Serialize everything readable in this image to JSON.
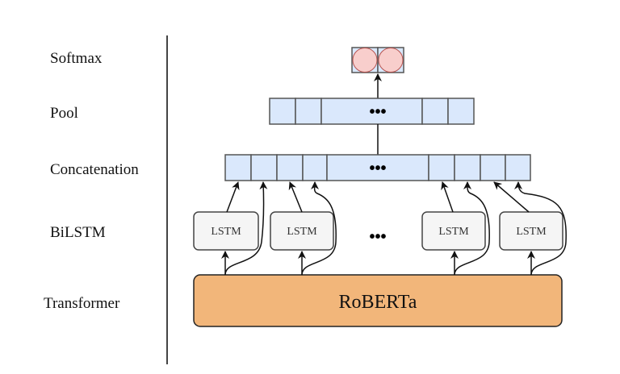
{
  "layers": {
    "softmax": "Softmax",
    "pool": "Pool",
    "concatenation": "Concatenation",
    "bilstm": "BiLSTM",
    "transformer": "Transformer"
  },
  "blocks": {
    "lstm_label": "LSTM",
    "roberta_label": "RoBERTa",
    "ellipsis": "•••",
    "lstm_count_visible": 4
  },
  "colors": {
    "cell_fill": "#dae8fc",
    "cell_stroke": "#555555",
    "softmax_circle": "#f8cecc",
    "softmax_circle_stroke": "#b85450",
    "lstm_fill": "#f5f5f5",
    "roberta_fill": "#f2b67a",
    "line": "#111111"
  }
}
